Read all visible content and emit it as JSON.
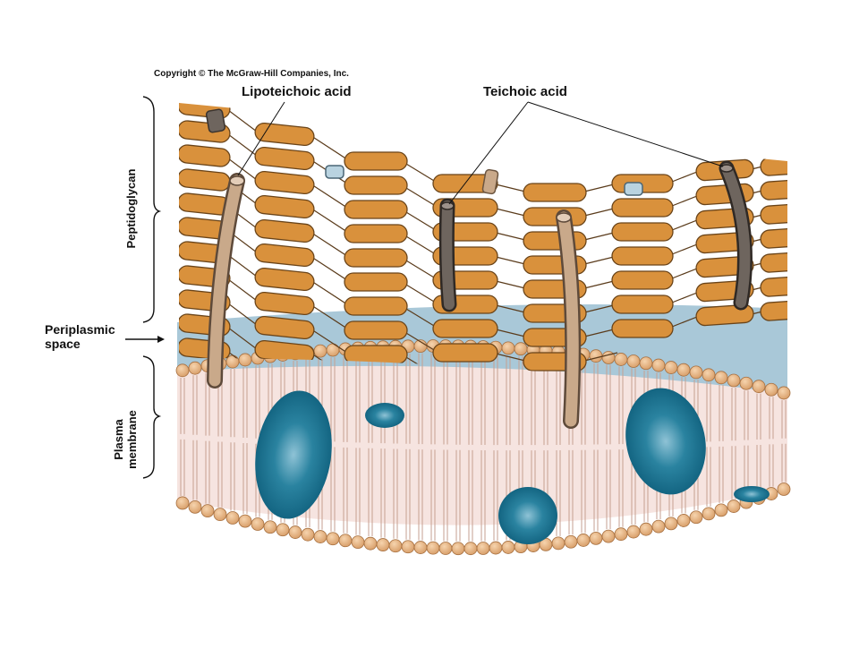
{
  "copyright": "Copyright © The McGraw-Hill Companies, Inc.",
  "labels": {
    "lipoteichoic_acid": "Lipoteichoic acid",
    "teichoic_acid": "Teichoic acid",
    "peptidoglycan": "Peptidoglycan",
    "periplasmic_line1": "Periplasmic",
    "periplasmic_line2": "space",
    "plasma_line1": "Plasma",
    "plasma_line2": "membrane"
  },
  "colors": {
    "peptidoglycan_orange": "#d9913c",
    "periplasm_blue": "#a9c8d8",
    "membrane_pink": "#f6e4e0",
    "lipid_head": "#e7b580",
    "protein_teal": "#136a87",
    "lipoteichoic_tan": "#c9a98a",
    "teichoic_gray": "#6e655e"
  }
}
